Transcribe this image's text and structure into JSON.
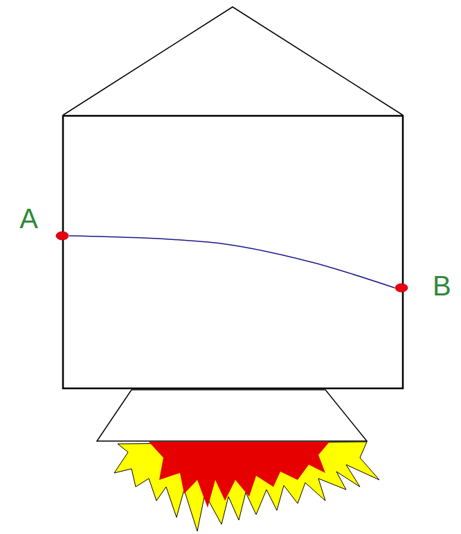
{
  "diagram": {
    "nodes": [
      {
        "text": [
          "A"
        ]
      },
      {
        "text": [
          "B"
        ]
      }
    ],
    "edges": [
      {
        "from": 0,
        "to": 1,
        "arrow": "none"
      }
    ]
  }
}
